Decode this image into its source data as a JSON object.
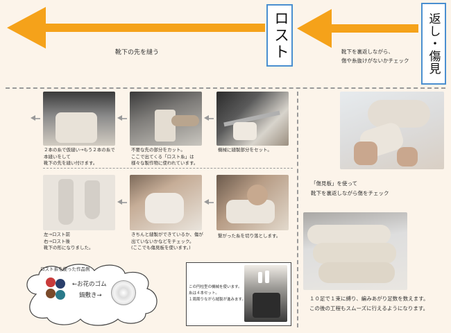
{
  "header": {
    "box_right": "返し・傷見",
    "box_mid": "ロスト",
    "caption_right": "靴下を裏返しながら、\n傷や糸抜けがないかチェック",
    "caption_left": "靴下の先を縫う",
    "arrow_color": "#f5a21a",
    "box_border": "#4a8fd0"
  },
  "steps": {
    "step1": "機械に縫製部分をセット。",
    "step2": "不要な先の部分をカット。\nここで出てくる「ロスト糸」は\n様々な製作物に使われています。",
    "step3": "２本の糸で仮縫い→もう２本の糸で\n本縫いをして\n靴下の先を縫い付けます。",
    "step4": "繋がった糸を切り落とします。",
    "step5": "きちんと縫製ができているか、傷が\n出ていないかなどをチェック。\n(ここでも傷見板を使います。)",
    "step6": "左→ロスト前\n右→ロスト後\n靴下の形になりました。"
  },
  "products": {
    "title": "ロスト糸を使った作品例",
    "item1": "←お花のゴム",
    "item2": "鍋敷き→"
  },
  "machine_note": "この円柱型の機械を使います。\n糸は４本セット。\n１周周りながら縫製が進みます。",
  "right_panel": {
    "caption1": "「傷見板」を使って\n靴下を裏返しながら傷をチェック",
    "caption2": "１０足で１束に縛り、編みあがり足数を数えます。\nこの後の工程もスムーズに行えるようになります。"
  }
}
